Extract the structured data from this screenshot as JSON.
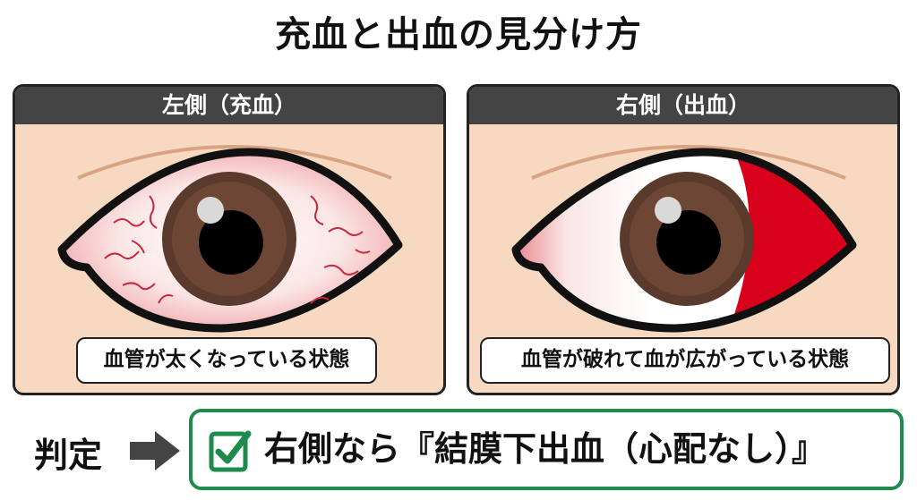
{
  "title": "充血と出血の見分け方",
  "panels": [
    {
      "side": "left",
      "header": "左側（充血）",
      "caption": "血管が太くなっている状態",
      "eye_state": "bloodshot-vessels"
    },
    {
      "side": "right",
      "header": "右側（出血）",
      "caption": "血管が破れて血が広がっている状態",
      "eye_state": "subconjunctival-hemorrhage"
    }
  ],
  "verdict": {
    "label": "判定",
    "arrow_icon": "right-arrow-icon",
    "check_icon": "checkbox-checked-icon",
    "text": "右側なら『結膜下出血（心配なし）』",
    "accent_color": "#1e8a4c"
  },
  "colors": {
    "header_bg": "#444444",
    "panel_bg": "#f7d8c0",
    "iris": "#6b4434",
    "blood": "#d8001a"
  }
}
